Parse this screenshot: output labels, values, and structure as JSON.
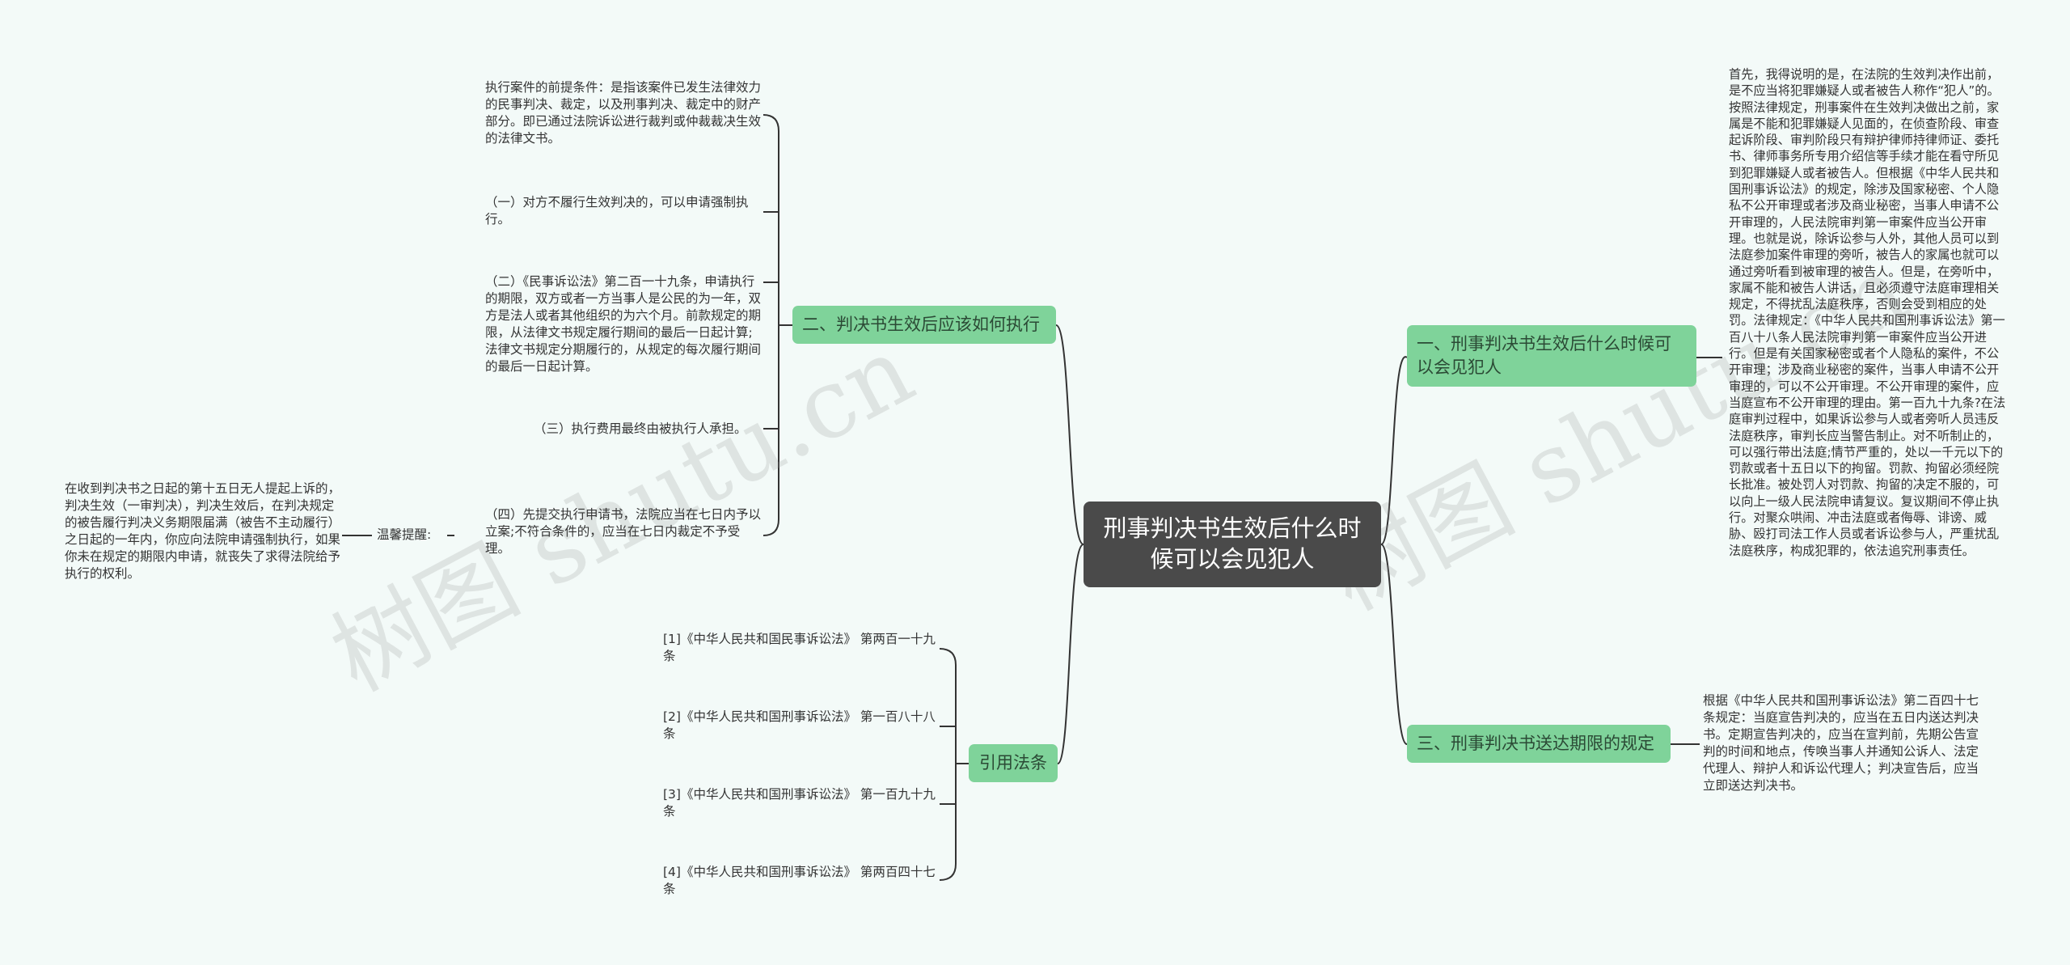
{
  "root": {
    "title": "刑事判决书生效后什么时候可以会见犯人"
  },
  "branches": {
    "b1": {
      "label": "一、刑事判决书生效后什么时候可以会见犯人"
    },
    "b2": {
      "label": "二、判决书生效后应该如何执行"
    },
    "b3": {
      "label": "三、刑事判决书送达期限的规定"
    },
    "b4": {
      "label": "引用法条"
    }
  },
  "leaves": {
    "b1_text": "首先，我得说明的是，在法院的生效判决作出前，是不应当将犯罪嫌疑人或者被告人称作“犯人”的。按照法律规定，刑事案件在生效判决做出之前，家属是不能和犯罪嫌疑人见面的，在侦查阶段、审查起诉阶段、审判阶段只有辩护律师持律师证、委托书、律师事务所专用介绍信等手续才能在看守所见到犯罪嫌疑人或者被告人。但根据《中华人民共和国刑事诉讼法》的规定，除涉及国家秘密、个人隐私不公开审理或者涉及商业秘密，当事人申请不公开审理的，人民法院审判第一审案件应当公开审理。也就是说，除诉讼参与人外，其他人员可以到法庭参加案件审理的旁听，被告人的家属也就可以通过旁听看到被审理的被告人。但是，在旁听中，家属不能和被告人讲话，且必须遵守法庭审理相关规定，不得扰乱法庭秩序，否则会受到相应的处罚。法律规定：《中华人民共和国刑事诉讼法》第一百八十八条人民法院审判第一审案件应当公开进行。但是有关国家秘密或者个人隐私的案件，不公开审理；涉及商业秘密的案件，当事人申请不公开审理的，可以不公开审理。不公开审理的案件，应当庭宣布不公开审理的理由。第一百九十九条?在法庭审判过程中，如果诉讼参与人或者旁听人员违反法庭秩序，审判长应当警告制止。对不听制止的，可以强行带出法庭;情节严重的，处以一千元以下的罚款或者十五日以下的拘留。罚款、拘留必须经院长批准。被处罚人对罚款、拘留的决定不服的，可以向上一级人民法院申请复议。复议期间不停止执行。对聚众哄闹、冲击法庭或者侮辱、诽谤、威胁、殴打司法工作人员或者诉讼参与人，严重扰乱法庭秩序，构成犯罪的，依法追究刑事责任。",
    "b3_text": "根据《中华人民共和国刑事诉讼法》第二百四十七条规定：当庭宣告判决的，应当在五日内送达判决书。定期宣告判决的，应当在宣判前，先期公告宣判的时间和地点，传唤当事人并通知公诉人、法定代理人、辩护人和诉讼代理人；判决宣告后，应当立即送达判决书。",
    "b2_1": "执行案件的前提条件：是指该案件已发生法律效力的民事判决、裁定，以及刑事判决、裁定中的财产部分。即已通过法院诉讼进行裁判或仲裁裁决生效的法律文书。",
    "b2_2": "（一）对方不履行生效判决的，可以申请强制执行。",
    "b2_3": "（二）《民事诉讼法》第二百一十九条，申请执行的期限，双方或者一方当事人是公民的为一年，双方是法人或者其他组织的为六个月。前款规定的期限，从法律文书规定履行期间的最后一日起计算;法律文书规定分期履行的，从规定的每次履行期间的最后一日起计算。",
    "b2_4": "（三）执行费用最终由被执行人承担。",
    "b2_5": "（四）先提交执行申请书，法院应当在七日内予以立案;不符合条件的，应当在七日内裁定不予受理。",
    "b2_5_label": "温馨提醒:",
    "b2_5_note": "在收到判决书之日起的第十五日无人提起上诉的，判决生效（一审判决），判决生效后，在判决规定的被告履行判决义务期限届满（被告不主动履行）之日起的一年内，你应向法院申请强制执行，如果你未在规定的期限内申请，就丧失了求得法院给予执行的权利。",
    "b4_1": "[1]《中华人民共和国民事诉讼法》 第两百一十九条",
    "b4_2": "[2]《中华人民共和国刑事诉讼法》 第一百八十八条",
    "b4_3": "[3]《中华人民共和国刑事诉讼法》 第一百九十九条",
    "b4_4": "[4]《中华人民共和国刑事诉讼法》 第两百四十七条"
  },
  "watermark": {
    "text": "树图 shutu.cn"
  },
  "colors": {
    "background": "#f3faf8",
    "root": "#4a4a4a",
    "branch": "#7fd39a",
    "line": "#333333"
  }
}
